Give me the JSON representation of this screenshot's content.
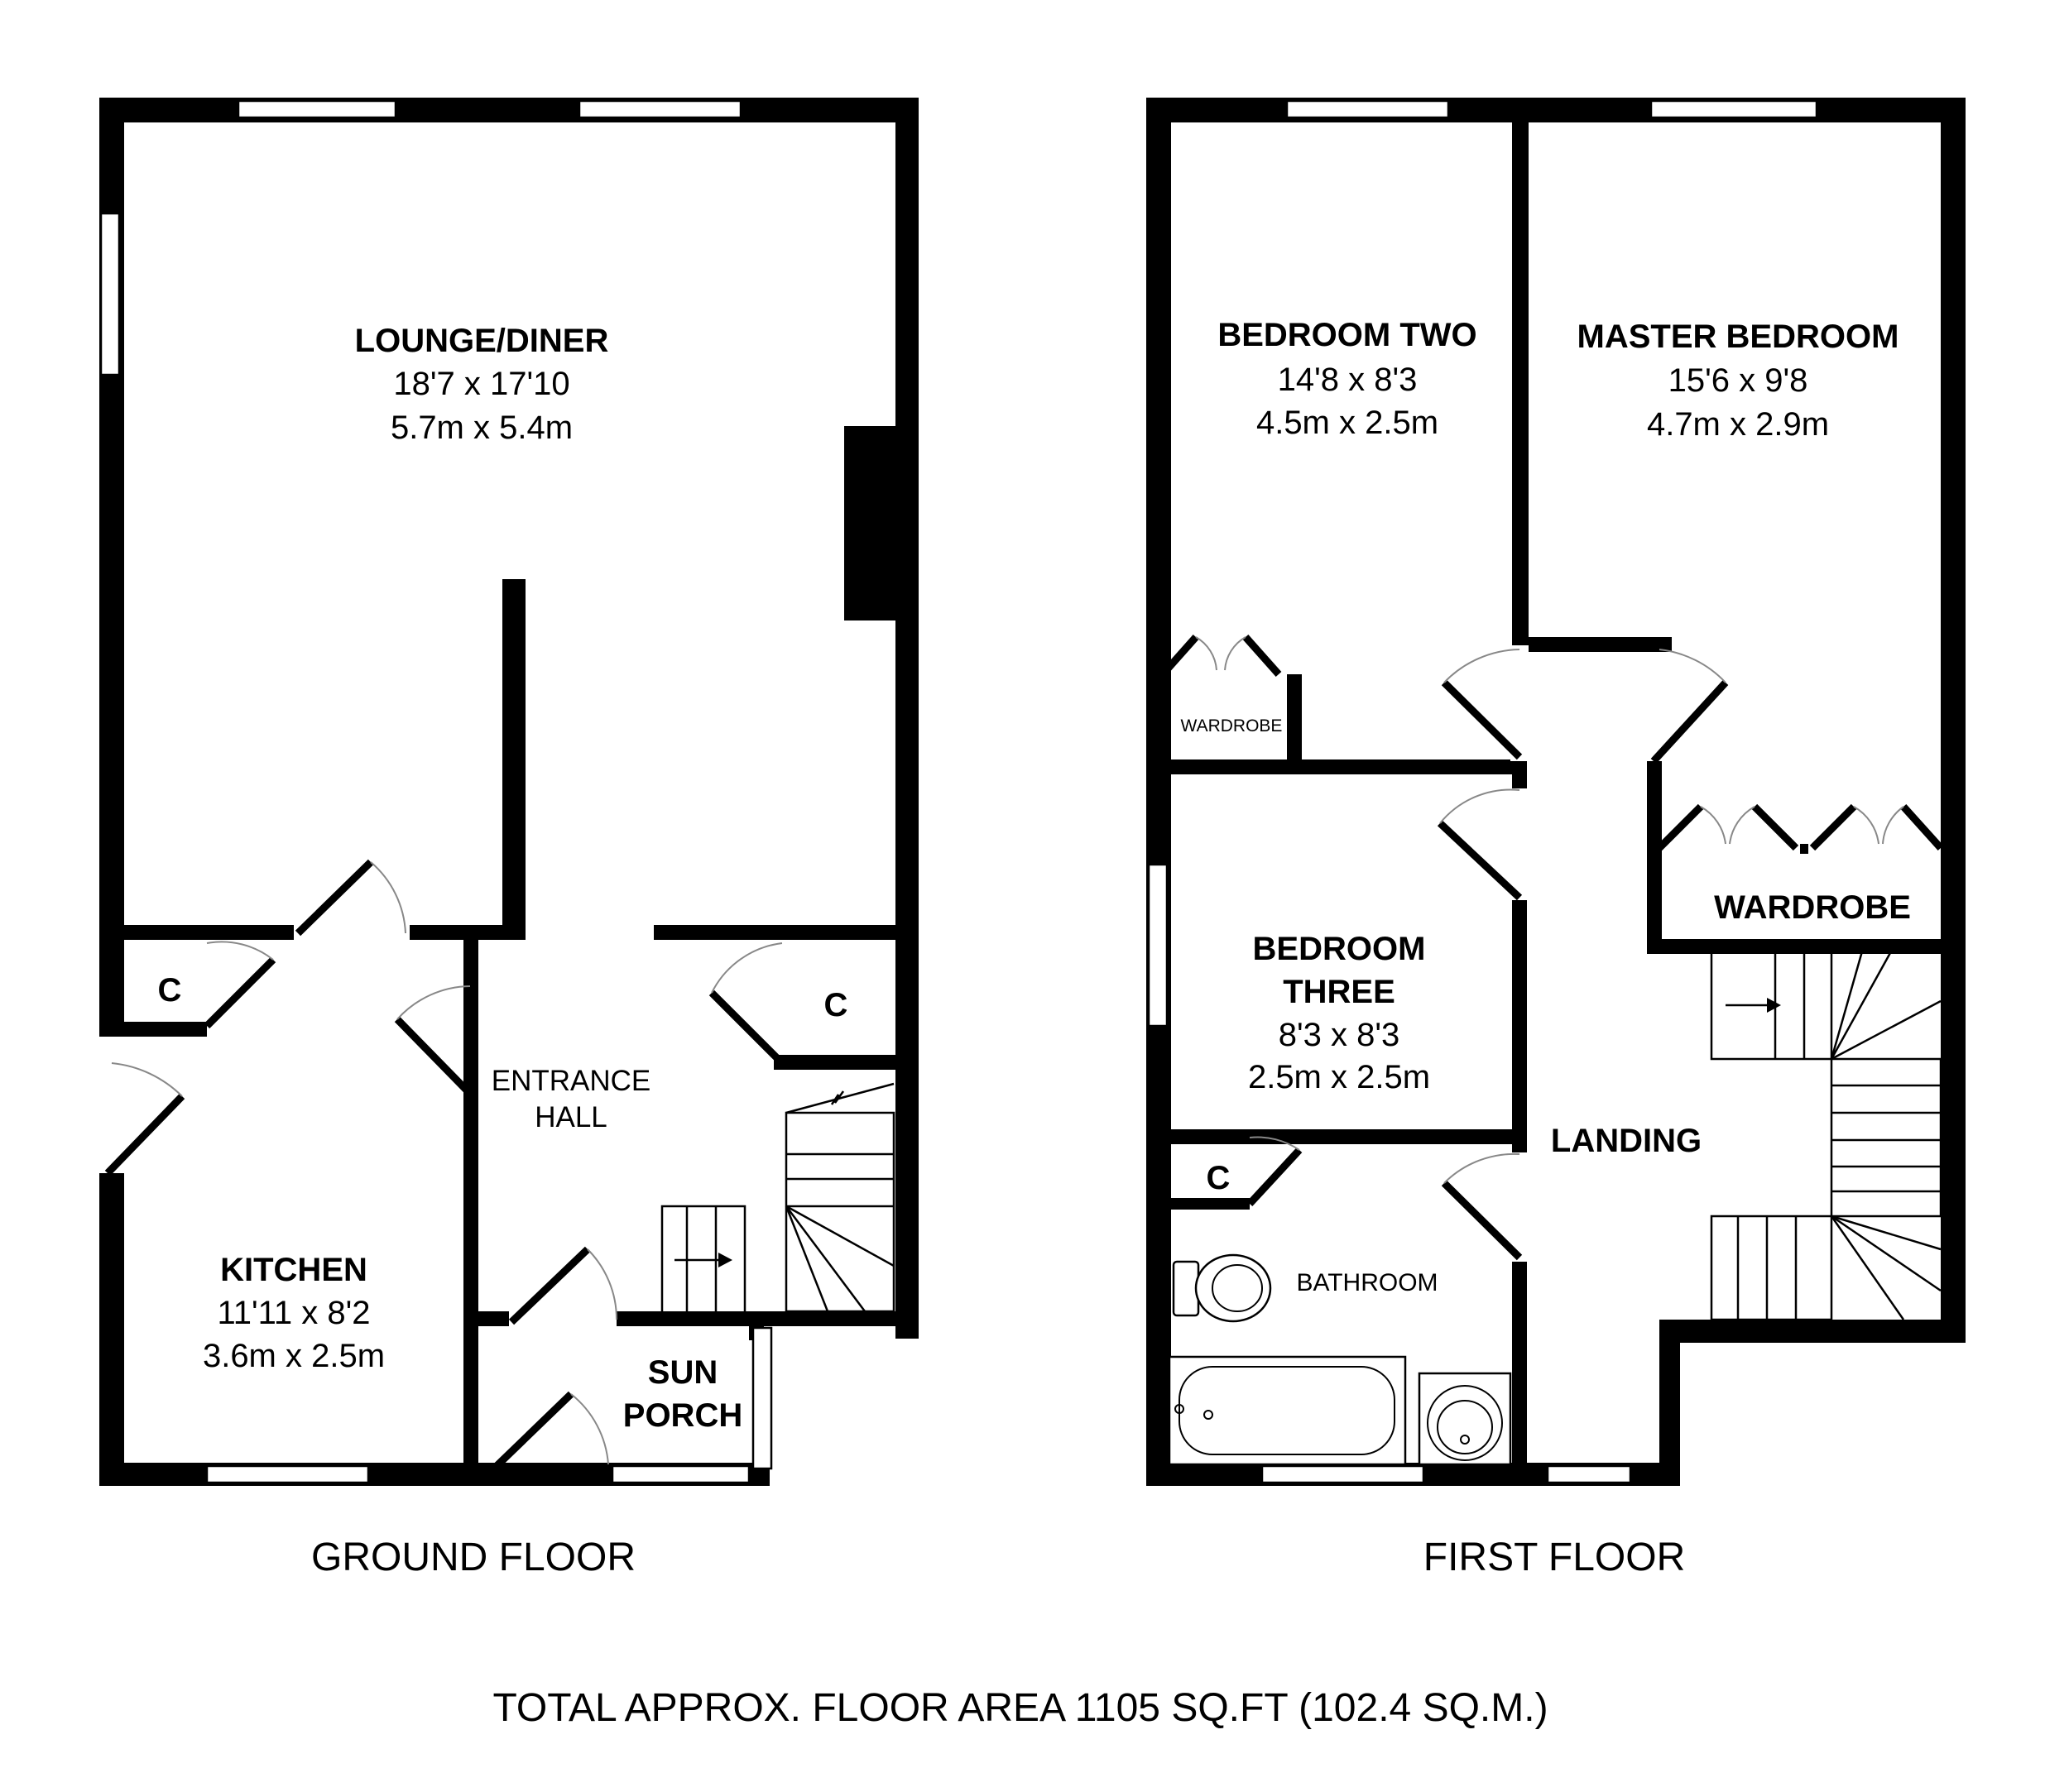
{
  "ground_floor": {
    "label": "GROUND FLOOR",
    "rooms": {
      "lounge": {
        "name": "LOUNGE/DINER",
        "imperial": "18'7 x 17'10",
        "metric": "5.7m x 5.4m"
      },
      "kitchen": {
        "name": "KITCHEN",
        "imperial": "11'11 x 8'2",
        "metric": "3.6m x 2.5m"
      },
      "entrance": {
        "line1": "ENTRANCE",
        "line2": "HALL"
      },
      "sun_porch": {
        "line1": "SUN",
        "line2": "PORCH"
      },
      "cupboard_left": "C",
      "cupboard_right": "C"
    }
  },
  "first_floor": {
    "label": "FIRST FLOOR",
    "rooms": {
      "bedroom_two": {
        "name": "BEDROOM TWO",
        "imperial": "14'8 x 8'3",
        "metric": "4.5m x 2.5m"
      },
      "master": {
        "name": "MASTER BEDROOM",
        "imperial": "15'6 x 9'8",
        "metric": "4.7m x 2.9m"
      },
      "bedroom_three": {
        "line1": "BEDROOM",
        "line2": "THREE",
        "imperial": "8'3 x 8'3",
        "metric": "2.5m x 2.5m"
      },
      "wardrobe_small": "WARDROBE",
      "wardrobe_large": "WARDROBE",
      "landing": "LANDING",
      "bathroom": "BATHROOM",
      "cupboard": "C"
    }
  },
  "total_area": "TOTAL APPROX. FLOOR AREA 1105 SQ.FT (102.4 SQ.M.)",
  "colors": {
    "wall": "#000000",
    "background": "#ffffff",
    "door_swing": "#888888"
  }
}
